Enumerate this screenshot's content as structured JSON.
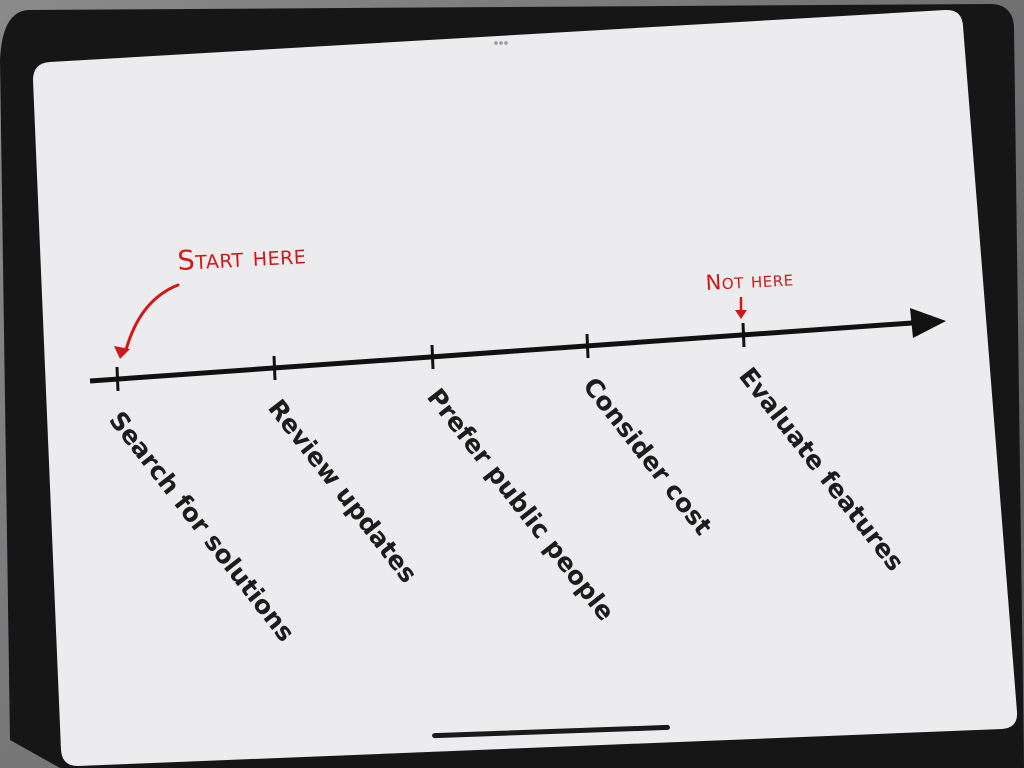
{
  "timeline": {
    "steps": [
      "Search for solutions",
      "Review updates",
      "Prefer public people",
      "Consider cost",
      "Evaluate features"
    ],
    "start_annotation": "Start here",
    "stop_annotation": "Not here"
  },
  "colors": {
    "annotation": "#d01818",
    "line": "#111111",
    "text": "#1c1c1c"
  }
}
